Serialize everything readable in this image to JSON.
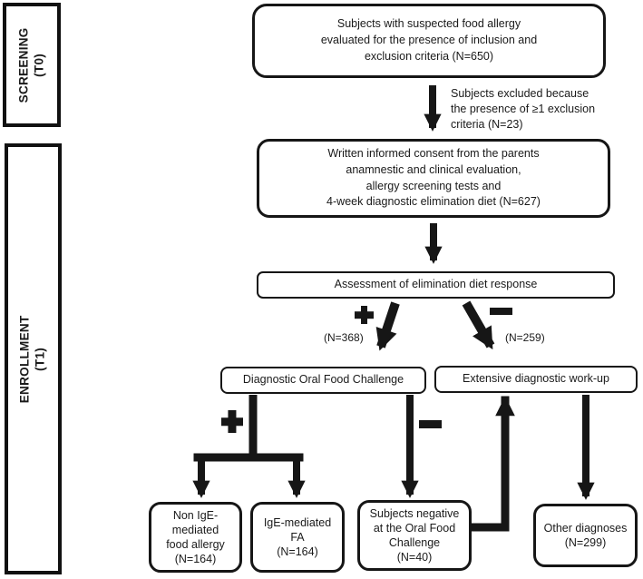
{
  "sidebar": {
    "screening": {
      "label": "SCREENING",
      "sublabel": "(T0)"
    },
    "enrollment": {
      "label": "ENROLLMENT",
      "sublabel": "(T1)"
    }
  },
  "flow": {
    "suspected": "Subjects with suspected food allergy\nevaluated for the presence of inclusion and\nexclusion criteria (N=650)",
    "excluded_note": "Subjects excluded because\nthe presence of ≥1 exclusion\ncriteria (N=23)",
    "consent": "Written informed consent from the parents\nanamnestic and clinical evaluation,\nallergy screening tests and\n4-week diagnostic elimination diet (N=627)",
    "assessment": "Assessment of elimination diet response",
    "positive_n": "(N=368)",
    "negative_n": "(N=259)",
    "ofc": "Diagnostic Oral Food Challenge",
    "workup": "Extensive diagnostic work-up",
    "non_ige": "Non IgE-\nmediated\nfood allergy\n(N=164)",
    "ige": "IgE-mediated\nFA\n(N=164)",
    "ofc_negative": "Subjects negative\nat the Oral Food\nChallenge\n(N=40)",
    "other": "Other diagnoses\n(N=299)"
  },
  "icons": {
    "positive": "plus-sign",
    "negative": "minus-sign"
  },
  "colors": {
    "line": "#161616",
    "background": "#ffffff"
  }
}
